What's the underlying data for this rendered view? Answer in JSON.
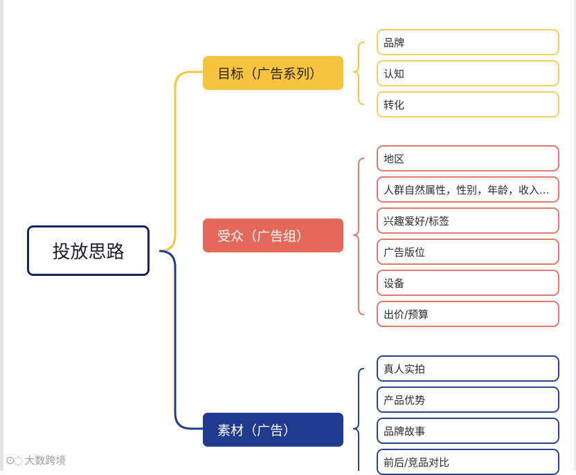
{
  "root": {
    "label": "投放思路"
  },
  "branches": [
    {
      "label": "目标（广告系列）",
      "color": "#f6c43f",
      "items": [
        "品牌",
        "认知",
        "转化"
      ]
    },
    {
      "label": "受众（广告组）",
      "color": "#e4695a",
      "items": [
        "地区",
        "人群自然属性，性别，年龄，收入...",
        "兴趣爱好/标签",
        "广告版位",
        "设备",
        "出价/预算"
      ]
    },
    {
      "label": "素材（广告）",
      "color": "#1f3a8f",
      "items": [
        "真人实拍",
        "产品优势",
        "品牌故事",
        "前后/竞品对比"
      ]
    }
  ],
  "watermark": {
    "icon": "wechat-logo-icon",
    "text": "大数跨境"
  }
}
